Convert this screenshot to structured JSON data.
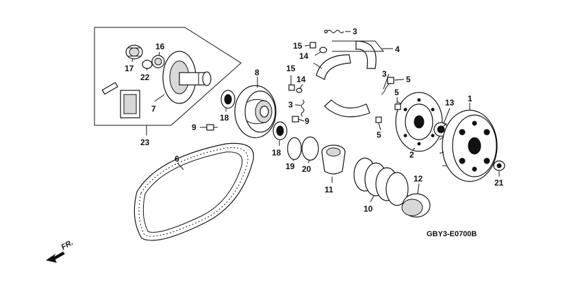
{
  "diagram": {
    "code": "GBY3-E0700B",
    "direction_label": "FR."
  },
  "callouts": {
    "c1": "1",
    "c2": "2",
    "c3a": "3",
    "c3b": "3",
    "c3c": "3",
    "c4": "4",
    "c5a": "5",
    "c5b": "5",
    "c5c": "5",
    "c6": "6",
    "c7": "7",
    "c8": "8",
    "c9a": "9",
    "c9b": "9",
    "c10": "10",
    "c11": "11",
    "c12": "12",
    "c13": "13",
    "c14a": "14",
    "c14b": "14",
    "c15a": "15",
    "c15b": "15",
    "c16": "16",
    "c17": "17",
    "c18a": "18",
    "c18b": "18",
    "c19": "19",
    "c20": "20",
    "c21": "21",
    "c22": "22",
    "c23": "23"
  }
}
